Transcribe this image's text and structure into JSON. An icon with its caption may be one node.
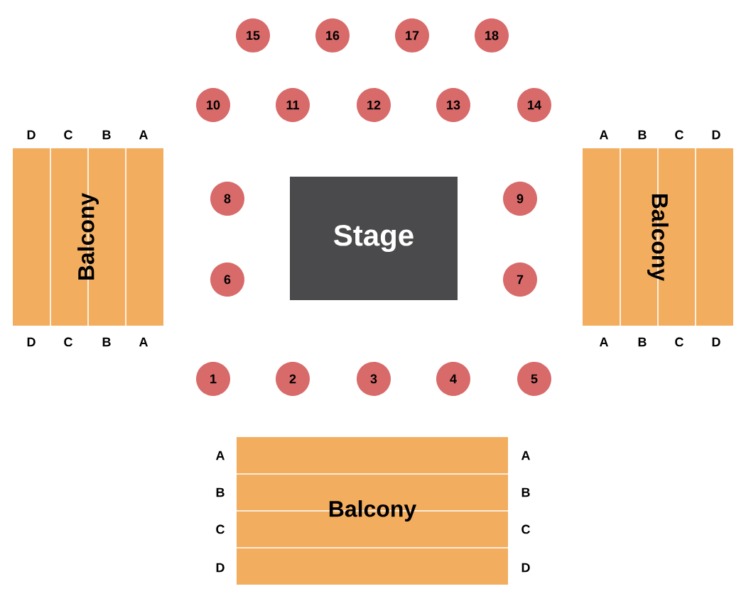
{
  "diagram": {
    "nodes": [
      {
        "text": [
          "15"
        ]
      },
      {
        "text": [
          "16"
        ]
      },
      {
        "text": [
          "17"
        ]
      },
      {
        "text": [
          "18"
        ]
      },
      {
        "text": [
          "10"
        ]
      },
      {
        "text": [
          "11"
        ]
      },
      {
        "text": [
          "12"
        ]
      },
      {
        "text": [
          "13"
        ]
      },
      {
        "text": [
          "14"
        ]
      },
      {
        "text": [
          "Balcony"
        ]
      },
      {
        "text": [
          "8"
        ]
      },
      {
        "text": [
          "Stage"
        ]
      },
      {
        "text": [
          "9"
        ]
      },
      {
        "text": [
          "Balcony"
        ]
      },
      {
        "text": [
          "6"
        ]
      },
      {
        "text": [
          "7"
        ]
      },
      {
        "text": [
          "1"
        ]
      },
      {
        "text": [
          "2"
        ]
      },
      {
        "text": [
          "3"
        ]
      },
      {
        "text": [
          "4"
        ]
      },
      {
        "text": [
          "5"
        ]
      },
      {
        "text": [
          "Balcony"
        ]
      }
    ],
    "edges": [],
    "labels": [
      "D",
      "C",
      "B",
      "A",
      "A",
      "B",
      "C",
      "D",
      "D",
      "C",
      "B",
      "A",
      "A",
      "B",
      "C",
      "D",
      "A",
      "A",
      "B",
      "B",
      "C",
      "C",
      "D",
      "D"
    ]
  }
}
